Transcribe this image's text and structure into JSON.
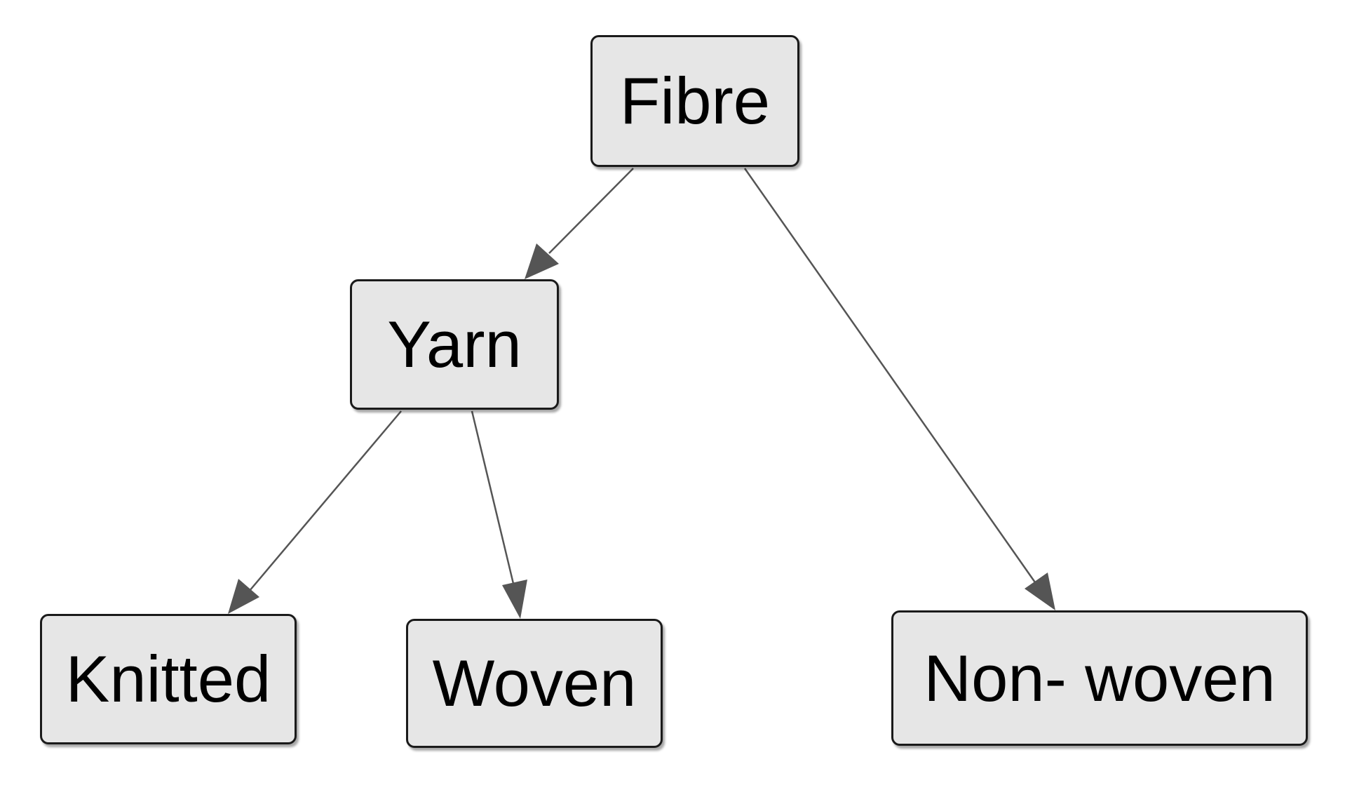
{
  "diagram": {
    "type": "tree",
    "colors": {
      "node_fill": "#e6e6e6",
      "node_border": "#1a1a1a",
      "edge": "#555555",
      "arrowhead": "#555555",
      "background": "#ffffff"
    },
    "nodes": {
      "fibre": "Fibre",
      "yarn": "Yarn",
      "knitted": "Knitted",
      "woven": "Woven",
      "nonwoven": "Non- woven"
    },
    "edges": [
      {
        "from": "fibre",
        "to": "yarn"
      },
      {
        "from": "fibre",
        "to": "nonwoven"
      },
      {
        "from": "yarn",
        "to": "knitted"
      },
      {
        "from": "yarn",
        "to": "woven"
      }
    ]
  }
}
